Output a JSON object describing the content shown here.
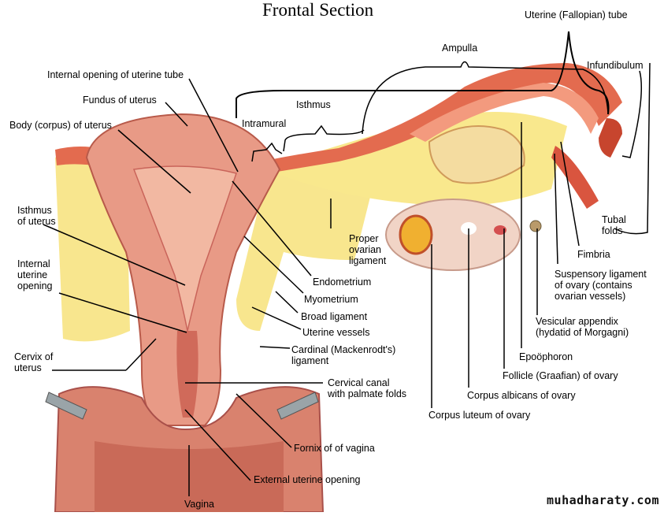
{
  "title": "Frontal Section",
  "watermark": "muhadharaty.com",
  "colors": {
    "muscle": "#e89a86",
    "muscle_dark": "#c9645a",
    "tissue_light": "#f7c9b6",
    "fat": "#f7e27a",
    "ovary": "#f1d4c6",
    "tube": "#e36b4f",
    "line": "#000000"
  },
  "labels": {
    "uterine_tube": "Uterine (Fallopian) tube",
    "ampulla": "Ampulla",
    "infundibulum": "Infundibulum",
    "internal_opening_tube": "Internal opening of uterine tube",
    "fundus": "Fundus of uterus",
    "isthmus": "Isthmus",
    "intramural": "Intramural",
    "body_of_uterus": "Body (corpus) of uterus",
    "isthmus_of_uterus": "Isthmus\nof uterus",
    "proper_ovarian_ligament": "Proper\novarian\nligament",
    "tubal_folds": "Tubal\nfolds",
    "fimbria": "Fimbria",
    "internal_uterine_opening": "Internal\nuterine\nopening",
    "endometrium": "Endometrium",
    "suspensory_ligament": "Suspensory ligament\nof ovary (contains\novarian vessels)",
    "myometrium": "Myometrium",
    "broad_ligament": "Broad ligament",
    "uterine_vessels": "Uterine vessels",
    "vesicular_appendix": "Vesicular appendix\n(hydatid of Morgagni)",
    "cardinal_ligament": "Cardinal (Mackenrodt's)\nligament",
    "cervix": "Cervix of\nuterus",
    "epoophoron": "Epoöphoron",
    "follicle": "Follicle (Graafian) of ovary",
    "cervical_canal": "Cervical canal\nwith palmate folds",
    "corpus_albicans": "Corpus albicans of ovary",
    "corpus_luteum": "Corpus luteum of ovary",
    "fornix": "Fornix of of vagina",
    "external_uterine_opening": "External uterine opening",
    "vagina": "Vagina"
  }
}
